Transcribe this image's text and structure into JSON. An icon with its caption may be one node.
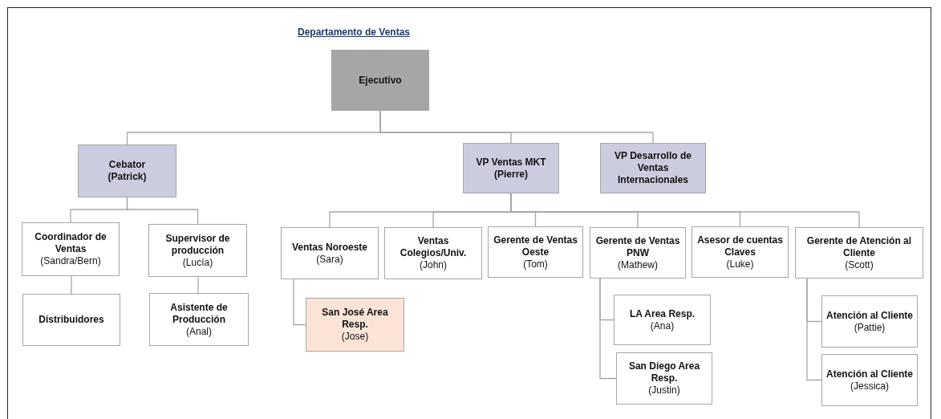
{
  "diagram": {
    "title": "Departamento de Ventas",
    "nodes": [
      {
        "text": [
          "Ejecutivo"
        ]
      },
      {
        "text": [
          "Cebator",
          "(Patrick)"
        ]
      },
      {
        "text": [
          "VP Ventas MKT",
          "(Pierre)"
        ]
      },
      {
        "text": [
          "VP Desarrollo de Ventas Internacionales"
        ]
      },
      {
        "text": [
          "Coordinador de Ventas",
          "(Sandra/Bern)"
        ]
      },
      {
        "text": [
          "Supervisor de producción",
          "(Lucía)"
        ]
      },
      {
        "text": [
          "Distribuidores"
        ]
      },
      {
        "text": [
          "Asistente de Producción",
          "(Anal)"
        ]
      },
      {
        "text": [
          "Ventas Noroeste",
          "(Sara)"
        ]
      },
      {
        "text": [
          "Ventas Colegios/Univ.",
          "(John)"
        ]
      },
      {
        "text": [
          "Gerente de Ventas Oeste",
          "(Tom)"
        ]
      },
      {
        "text": [
          "Gerente de Ventas PNW",
          "(Mathew)"
        ]
      },
      {
        "text": [
          "Asesor de cuentas Claves",
          "(Luke)"
        ]
      },
      {
        "text": [
          "Gerente de Atención al Cliente",
          "(Scott)"
        ]
      },
      {
        "text": [
          "San José Area Resp.",
          "(Jose)"
        ]
      },
      {
        "text": [
          "LA Area Resp.",
          "(Ana)"
        ]
      },
      {
        "text": [
          "San Diego Area Resp.",
          "(Justin)"
        ]
      },
      {
        "text": [
          "Atención al Cliente",
          "(Pattie)"
        ]
      },
      {
        "text": [
          "Atención al Cliente",
          "(Jessica)"
        ]
      }
    ],
    "edges": [
      {
        "from": 0,
        "to": 1,
        "arrow": "none"
      },
      {
        "from": 0,
        "to": 2,
        "arrow": "none"
      },
      {
        "from": 0,
        "to": 3,
        "arrow": "none"
      },
      {
        "from": 1,
        "to": 4,
        "arrow": "none"
      },
      {
        "from": 1,
        "to": 5,
        "arrow": "none"
      },
      {
        "from": 4,
        "to": 6,
        "arrow": "none"
      },
      {
        "from": 5,
        "to": 7,
        "arrow": "none"
      },
      {
        "from": 2,
        "to": 8,
        "arrow": "none"
      },
      {
        "from": 2,
        "to": 9,
        "arrow": "none"
      },
      {
        "from": 2,
        "to": 10,
        "arrow": "none"
      },
      {
        "from": 2,
        "to": 11,
        "arrow": "none"
      },
      {
        "from": 2,
        "to": 12,
        "arrow": "none"
      },
      {
        "from": 2,
        "to": 13,
        "arrow": "none"
      },
      {
        "from": 8,
        "to": 14,
        "arrow": "none"
      },
      {
        "from": 11,
        "to": 15,
        "arrow": "none"
      },
      {
        "from": 11,
        "to": 16,
        "arrow": "none"
      },
      {
        "from": 13,
        "to": 17,
        "arrow": "none"
      },
      {
        "from": 13,
        "to": 18,
        "arrow": "none"
      }
    ]
  }
}
